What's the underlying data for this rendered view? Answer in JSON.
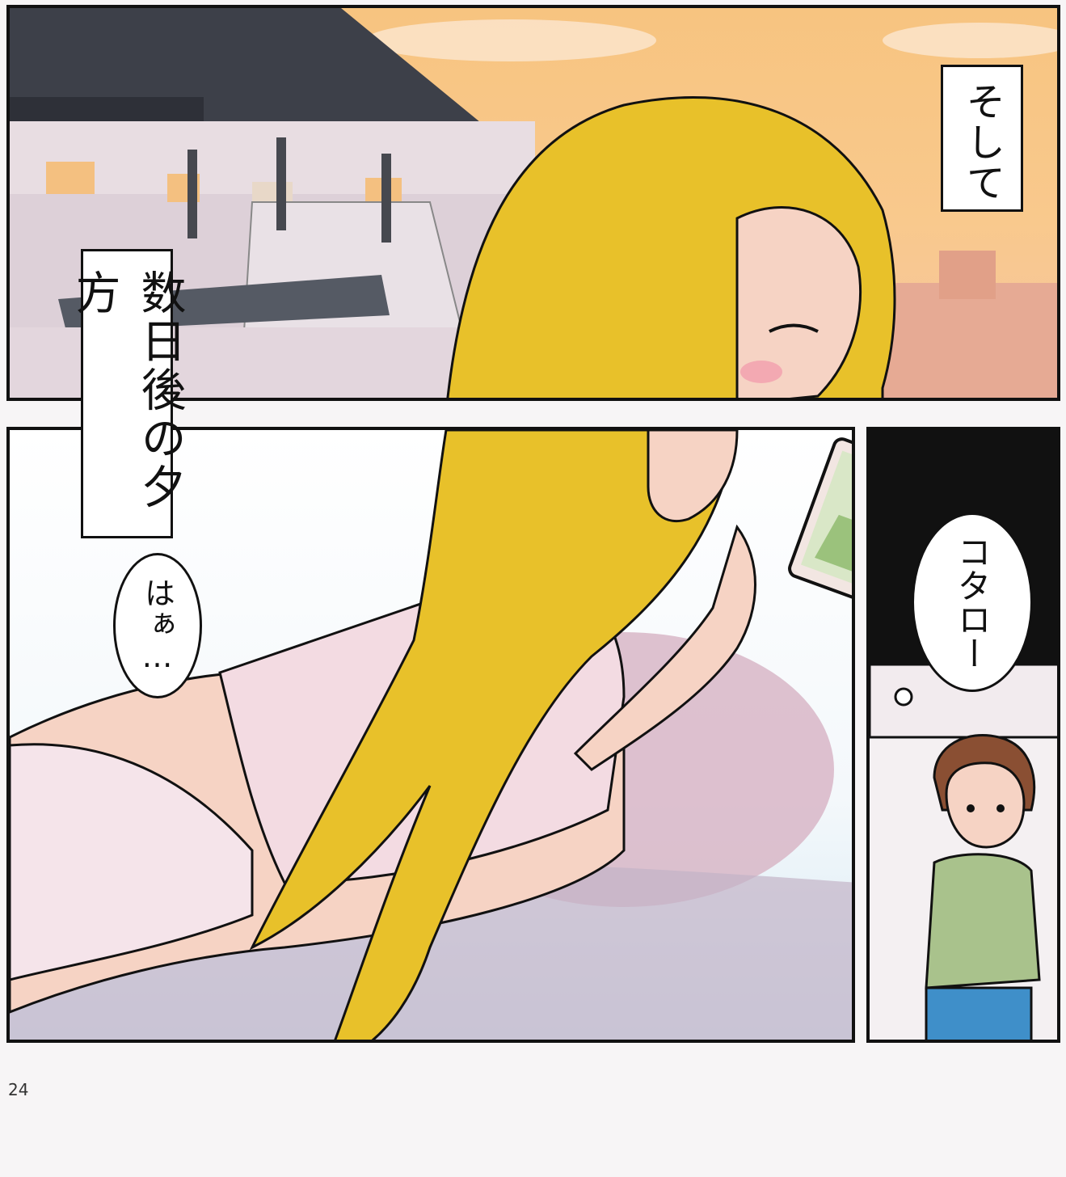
{
  "captions": {
    "soshite": "そして",
    "time": "数日後の夕方"
  },
  "bubbles": {
    "sigh": "はぁ…",
    "name": "コタロー"
  },
  "page_number": "24",
  "colors": {
    "sky": "#f7c480",
    "hair": "#e8c12a",
    "skin": "#f6d3c4",
    "building_roof": "#3d4049",
    "building_wall": "#e8dde2",
    "outline": "#111111"
  }
}
